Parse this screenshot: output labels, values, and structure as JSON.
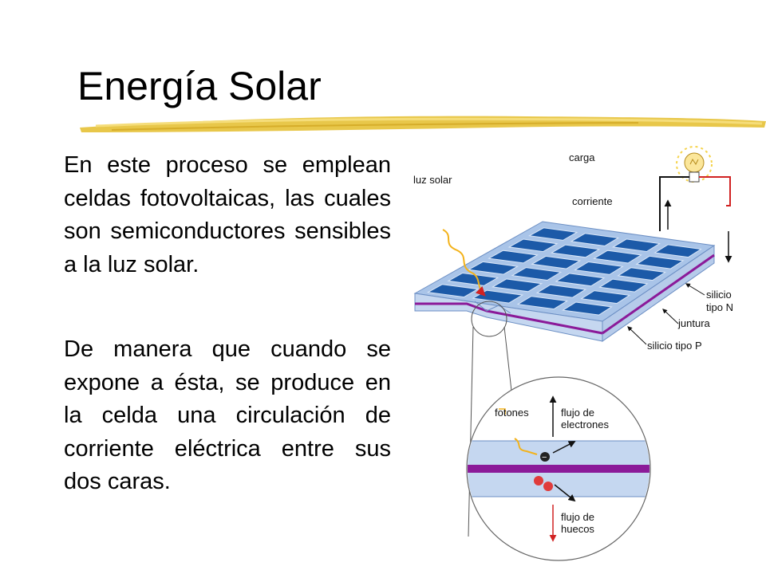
{
  "title": "Energía Solar",
  "paragraphs": [
    "En este proceso se emplean celdas fotovoltaicas, las cuales son semiconductores sensibles a la luz solar.",
    "De manera que cuando se expone a ésta, se produce en la celda una circulación de corriente eléctrica entre sus dos caras."
  ],
  "diagram": {
    "labels": {
      "carga": "carga",
      "luz_solar": "luz solar",
      "corriente": "corriente",
      "silicio_n_1": "silicio",
      "silicio_n_2": "tipo N",
      "juntura": "juntura",
      "silicio_p": "silicio tipo P",
      "fotones": "fotones",
      "flujo_electrones_1": "flujo de",
      "flujo_electrones_2": "electrones",
      "flujo_huecos_1": "flujo de",
      "flujo_huecos_2": "huecos"
    },
    "colors": {
      "panel_blue": "#1c5aa8",
      "panel_frame": "#a9c4e8",
      "panel_side": "#c5d7f0",
      "junction_purple": "#8b1a99",
      "wire_red": "#d12222",
      "gold_underline": "#e8c74a"
    }
  }
}
